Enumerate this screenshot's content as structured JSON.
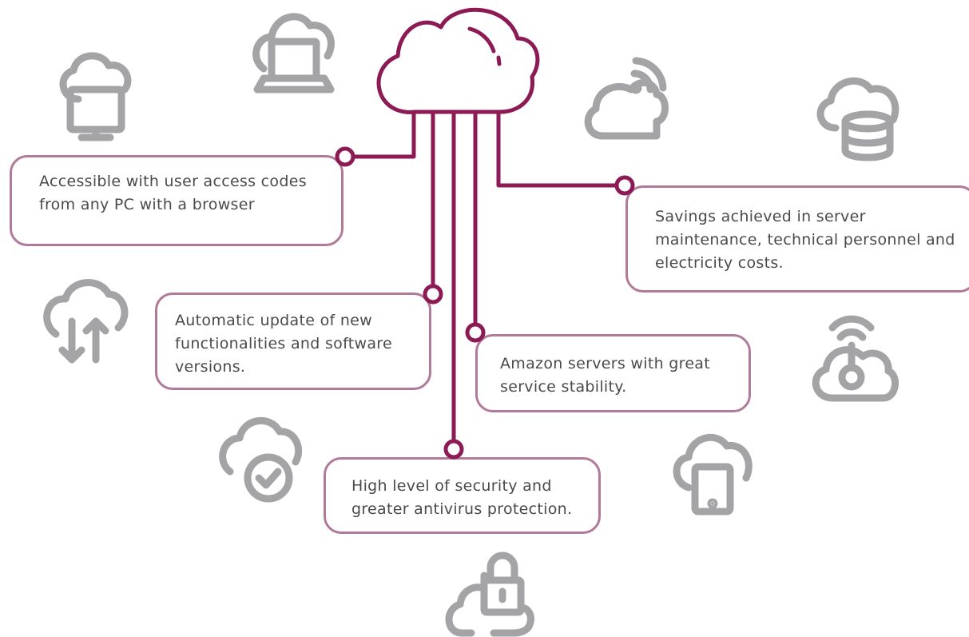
{
  "theme": {
    "accent": "#8c1a55",
    "box_border": "#b07a98",
    "icon_gray": "#a4a4a6",
    "text": "#4a4a4a"
  },
  "benefits": {
    "access": "Accessible with user access codes from any PC with a browser",
    "savings": "Savings achieved in server maintenance, technical personnel and electricity costs.",
    "update": "Automatic update of new functionalities and software versions.",
    "amazon": "Amazon servers with great service stability.",
    "security": "High level of security and greater antivirus protection."
  },
  "icons": [
    "cloud-monitor-icon",
    "cloud-laptop-icon",
    "cloud-wifi-icon",
    "cloud-database-icon",
    "cloud-upload-download-icon",
    "cloud-broadcast-icon",
    "cloud-check-icon",
    "cloud-tablet-icon",
    "cloud-lock-icon"
  ]
}
